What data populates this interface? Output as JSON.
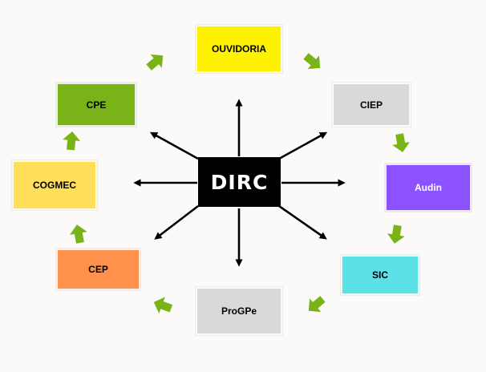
{
  "center": {
    "label": "DIRC"
  },
  "nodes": [
    {
      "id": "ouvidoria",
      "label": "OUVIDORIA",
      "color": "#fff200",
      "text_color": "#000000"
    },
    {
      "id": "ciep",
      "label": "CIEP",
      "color": "#d9d9d9",
      "text_color": "#000000"
    },
    {
      "id": "audin",
      "label": "Audin",
      "color": "#8c52ff",
      "text_color": "#ffffff"
    },
    {
      "id": "sic",
      "label": "SIC",
      "color": "#5ce1e6",
      "text_color": "#000000"
    },
    {
      "id": "progpe",
      "label": "ProGPe",
      "color": "#d9d9d9",
      "text_color": "#000000"
    },
    {
      "id": "cep",
      "label": "CEP",
      "color": "#ff914d",
      "text_color": "#000000"
    },
    {
      "id": "cogmec",
      "label": "COGMEC",
      "color": "#ffde59",
      "text_color": "#000000"
    },
    {
      "id": "cpe",
      "label": "CPE",
      "color": "#7ab317",
      "text_color": "#000000"
    }
  ],
  "colors": {
    "cycle_arrow": "#7ab317",
    "radial_arrow": "#000000",
    "background": "#fbfaf8"
  },
  "icons": {
    "cycle_arrow": "green-block-arrow-icon",
    "radial_arrow": "black-arrow-icon"
  }
}
